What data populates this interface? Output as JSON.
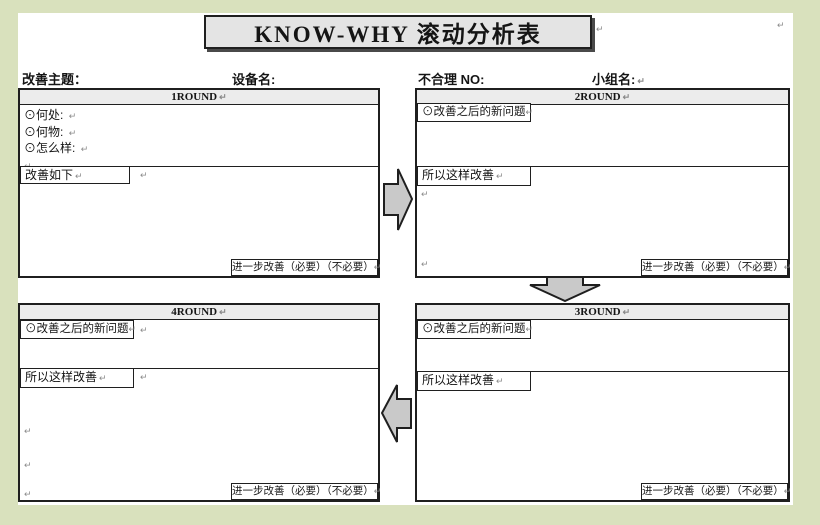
{
  "page": {
    "title": "KNOW-WHY 滚动分析表",
    "pilcrow": "↵"
  },
  "fields": {
    "topic": "改善主题：",
    "equipment": "设备名:",
    "issue_no": "不合理 NO:",
    "team": "小组名:"
  },
  "rounds": {
    "r1": {
      "header": "1ROUND",
      "line_where": "⊙何处:",
      "line_what": "⊙何物:",
      "line_how": "⊙怎么样:",
      "improve_label": "改善如下",
      "footer": "进一步改善（必要）（不必要）"
    },
    "r2": {
      "header": "2ROUND",
      "new_problem": "⊙改善之后的新问题",
      "so_improve": "所以这样改善",
      "footer": "进一步改善（必要）（不必要）"
    },
    "r3": {
      "header": "3ROUND",
      "new_problem": "⊙改善之后的新问题",
      "so_improve": "所以这样改善",
      "footer": "进一步改善（必要）（不必要）"
    },
    "r4": {
      "header": "4ROUND",
      "new_problem": "⊙改善之后的新问题",
      "so_improve": "所以这样改善",
      "footer": "进一步改善（必要）（不必要）"
    }
  },
  "colors": {
    "background": "#d9e1bd",
    "header_bar": "#ececec",
    "title_fill": "#e4e4e4",
    "arrow_fill": "#c9c9c9",
    "border": "#1f1f1f"
  }
}
